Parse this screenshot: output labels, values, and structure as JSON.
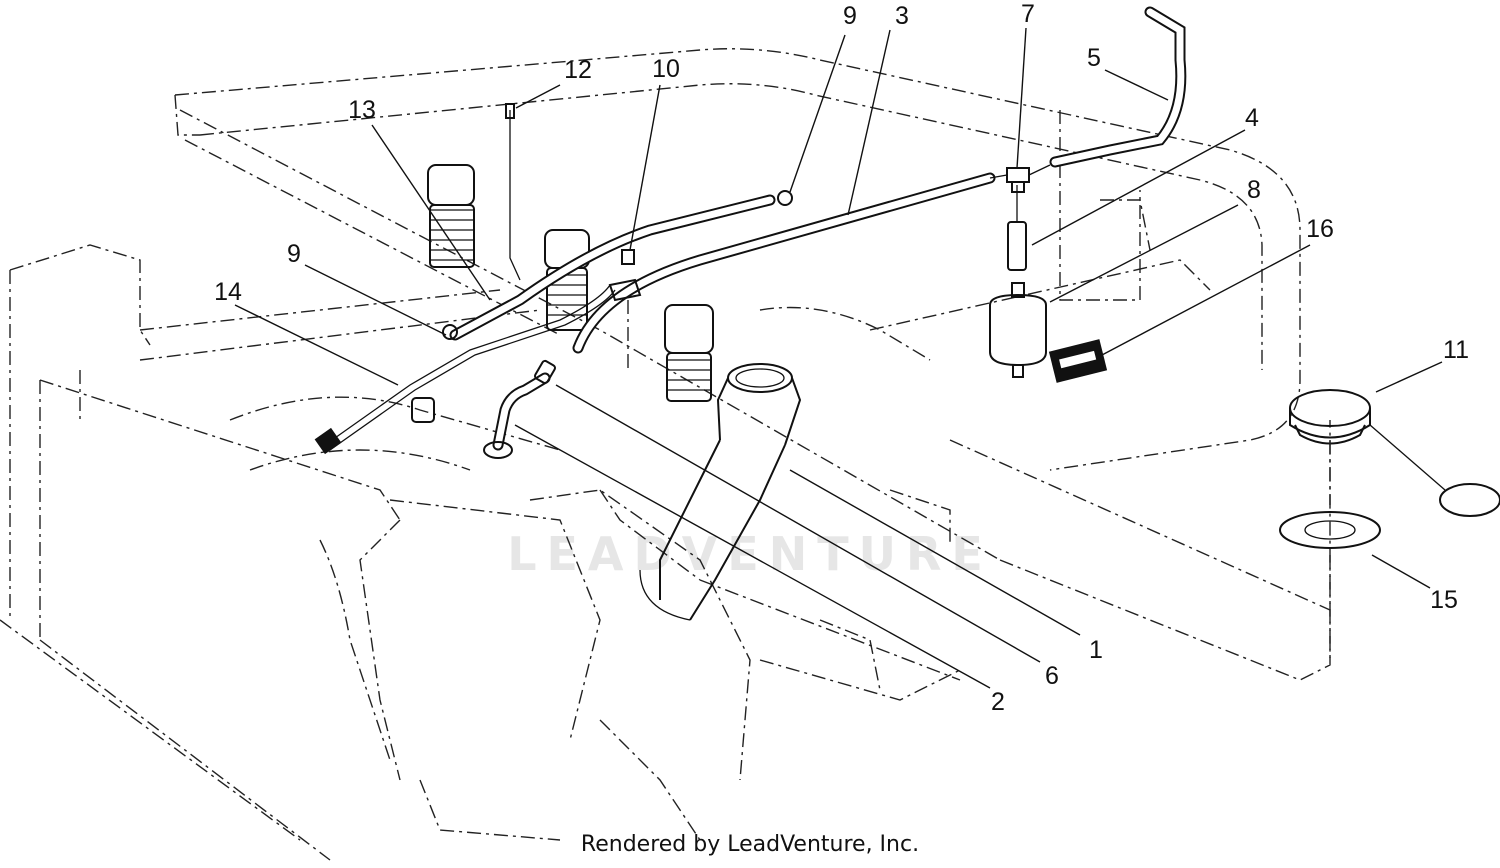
{
  "callouts": [
    {
      "id": "c1",
      "label": "1"
    },
    {
      "id": "c2",
      "label": "2"
    },
    {
      "id": "c3",
      "label": "3"
    },
    {
      "id": "c4",
      "label": "4"
    },
    {
      "id": "c5",
      "label": "5"
    },
    {
      "id": "c6",
      "label": "6"
    },
    {
      "id": "c7",
      "label": "7"
    },
    {
      "id": "c8",
      "label": "8"
    },
    {
      "id": "c9a",
      "label": "9"
    },
    {
      "id": "c9b",
      "label": "9"
    },
    {
      "id": "c10",
      "label": "10"
    },
    {
      "id": "c11",
      "label": "11"
    },
    {
      "id": "c12",
      "label": "12"
    },
    {
      "id": "c13",
      "label": "13"
    },
    {
      "id": "c14",
      "label": "14"
    },
    {
      "id": "c15",
      "label": "15"
    },
    {
      "id": "c16",
      "label": "16"
    }
  ],
  "watermark": "LEADVENTURE",
  "credit": "Rendered by LeadVenture, Inc."
}
